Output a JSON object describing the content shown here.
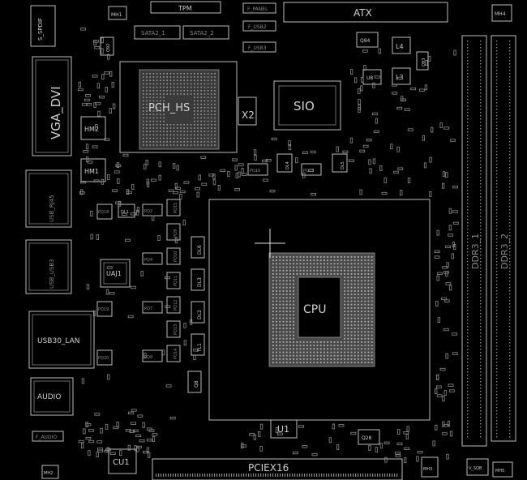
{
  "board": {
    "labels": {
      "s_spdif": "S_SPDIF",
      "tpm": "TPM",
      "f_panel": "F_PANEL",
      "atx": "ATX",
      "mh1": "MH1",
      "mh4": "MH4",
      "sata2_1": "SATA2_1",
      "sata2_2": "SATA2_2",
      "f_usb2": "F_USB2",
      "f_usb3": "F_USB3",
      "q84": "Q84",
      "l4": "L4",
      "l3": "L3",
      "u8": "U8",
      "q92": "Q92",
      "q93": "Q93",
      "vga_dvi": "VGA_DVI",
      "pch_hs": "PCH_HS",
      "x2": "X2",
      "sio": "SIO",
      "hm2": "HM2",
      "hm1": "HM1",
      "usb_rj45": "USB_RJ45",
      "usb_usb3": "USB_USB3",
      "uaj1": "UAJ1",
      "cpu": "CPU",
      "usb30_lan": "USB30_LAN",
      "audio": "AUDIO",
      "f_audio": "F_AUDIO",
      "cu1": "CU1",
      "u1": "U1",
      "q28": "Q28",
      "pciex16": "PCIEX16",
      "ddr3_1": "DDR3_1",
      "ddr3_2": "DDR3_2",
      "dl1": "DL1",
      "dl2": "DL2",
      "dl3": "DL3",
      "dl4": "DL4",
      "dl5": "DL5",
      "dl6": "DL6",
      "tl1": "TL1",
      "q8": "Q8",
      "v_sob": "V_SOB",
      "mh2": "MH2",
      "mh3": "MH3",
      "mh5": "MH5",
      "pq2": "PQ2",
      "pq4": "PQ4",
      "pq7": "PQ7",
      "pq8": "PQ8",
      "pq9": "PQ9",
      "pq10": "PQ10",
      "pq11": "PQ11",
      "pq12": "PQ12",
      "pq13": "PQ13",
      "pq14": "PQ14",
      "pq15": "PQ15",
      "pq16": "PQ16",
      "pq17": "PQ17",
      "pq18": "PQ18",
      "pq19": "PQ19",
      "pq20": "PQ20"
    },
    "colors": {
      "background": "#000000",
      "silkscreen": "#cfcfcf",
      "outline": "#bdbdbd"
    }
  }
}
